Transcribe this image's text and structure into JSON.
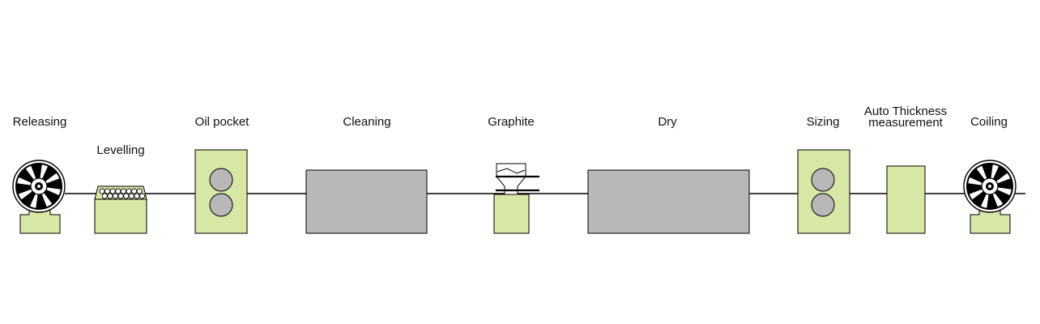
{
  "colors": {
    "machine_fill": "#d8e6a6",
    "tank_fill": "#b8b8b8",
    "stroke": "#000000",
    "roller_fill": "#b8b8b8",
    "reel_dark": "#000000",
    "reel_light": "#ffffff"
  },
  "stations": {
    "releasing": "Releasing",
    "levelling": "Levelling",
    "oil_pocket": "Oil pocket",
    "cleaning": "Cleaning",
    "graphite": "Graphite",
    "dry": "Dry",
    "sizing": "Sizing",
    "auto_thickness_line1": "Auto Thickness",
    "auto_thickness_line2": "measurement",
    "coiling": "Coiling"
  }
}
